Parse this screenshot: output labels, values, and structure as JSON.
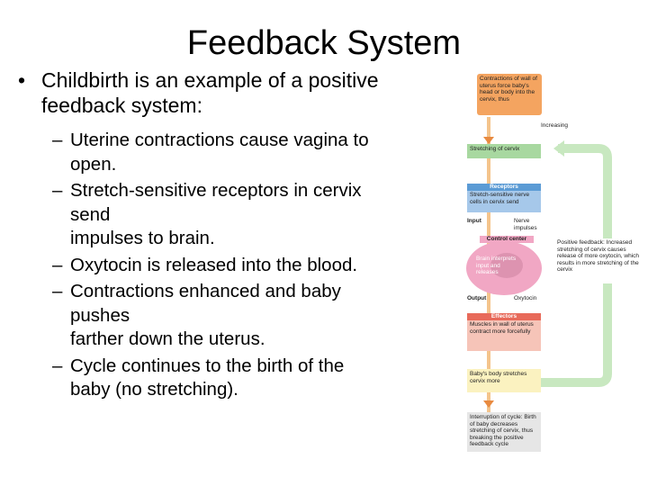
{
  "title": "Feedback System",
  "bullet": {
    "marker": "•",
    "lines": [
      "Childbirth is an example of a positive",
      "feedback system:"
    ]
  },
  "sub_marker": "–",
  "sub_items": [
    {
      "lines": [
        "Uterine contractions cause vagina to",
        "open."
      ]
    },
    {
      "lines": [
        "Stretch-sensitive receptors in cervix",
        "send",
        "impulses to brain."
      ]
    },
    {
      "lines": [
        "Oxytocin is released into the blood."
      ]
    },
    {
      "lines": [
        "Contractions enhanced and baby",
        "pushes",
        "farther down the uterus."
      ]
    },
    {
      "lines": [
        "Cycle continues to the birth of the",
        "baby (no stretching)."
      ]
    }
  ],
  "diagram": {
    "top_box": "Contractions of wall of uterus force baby's head or body into the cervix, thus",
    "increasing": "Increasing",
    "stretching": "Stretching of cervix",
    "receptors_header": "Receptors",
    "receptors_body": "Stretch-sensitive nerve cells in cervix send",
    "input": "Input",
    "nerve_impulses": "Nerve impulses",
    "control_header": "Control center",
    "control_body": "Brain interprets input and releases",
    "output": "Output",
    "oxytocin": "Oxytocin",
    "effectors_header": "Effectors",
    "effectors_body": "Muscles in wall of uterus contract more forcefully",
    "baby_box": "Baby's body stretches cervix more",
    "interrupt_box": "Interruption of cycle: Birth of baby decreases stretching of cervix, thus breaking the positive feedback cycle",
    "positive_feedback": "Positive feedback: Increased stretching of cervix causes release of more oxytocin, which results in more stretching of the cervix",
    "colors": {
      "orange": "#f4a460",
      "green": "#a8d8a0",
      "blue": "#5b9bd5",
      "pink": "#f1a7c4",
      "red": "#e86a5a",
      "yellow": "#fbf2c0",
      "loop": "#c8e8c0"
    }
  }
}
